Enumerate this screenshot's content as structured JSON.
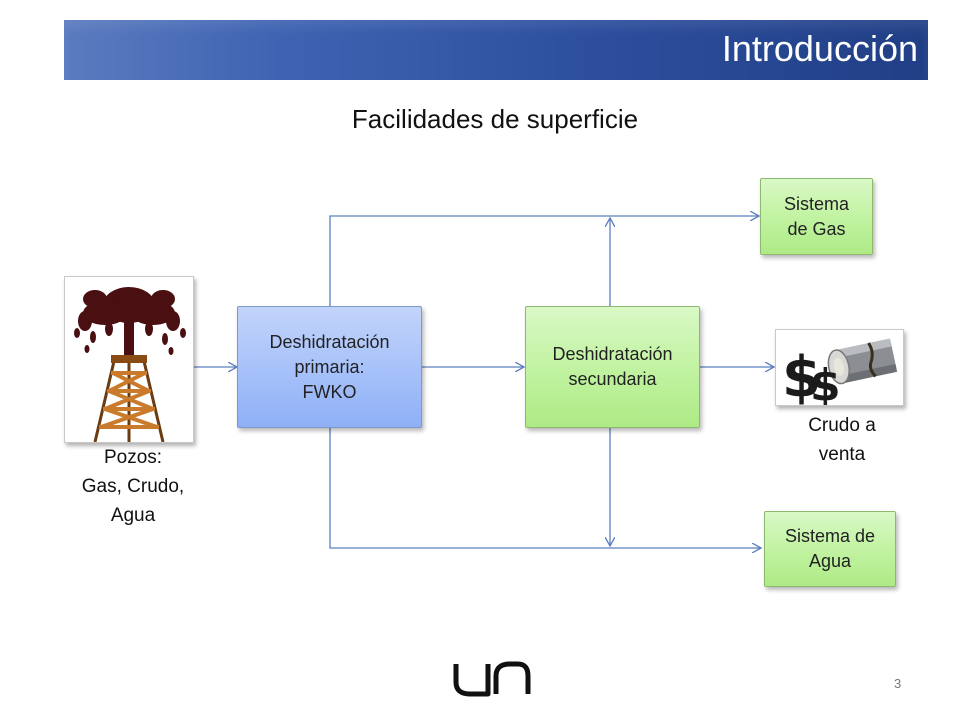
{
  "header": {
    "title": "Introducción"
  },
  "subtitle": "Facilidades de superficie",
  "nodes": {
    "primary": {
      "lines": [
        "Deshidratación",
        "primaria:",
        "FWKO"
      ]
    },
    "secondary": {
      "lines": [
        "Deshidratación",
        "secundaria"
      ]
    },
    "gas": {
      "lines": [
        "Sistema",
        "de Gas"
      ]
    },
    "water": {
      "lines": [
        "Sistema de",
        "Agua"
      ]
    }
  },
  "labels": {
    "wells": [
      "Pozos:",
      "Gas, Crudo,",
      "Agua"
    ],
    "crude": [
      "Crudo a",
      "venta"
    ]
  },
  "images": {
    "wells": "oil-well-gusher-icon",
    "crude": "oil-barrel-dollar-icon"
  },
  "colors": {
    "header": "#2d4f9e",
    "arrow": "#5b7fbf",
    "primary_box": "#a8c2fa",
    "secondary_box": "#c2f3a2"
  },
  "footer": {
    "page_number": "3",
    "logo_text": "un"
  }
}
